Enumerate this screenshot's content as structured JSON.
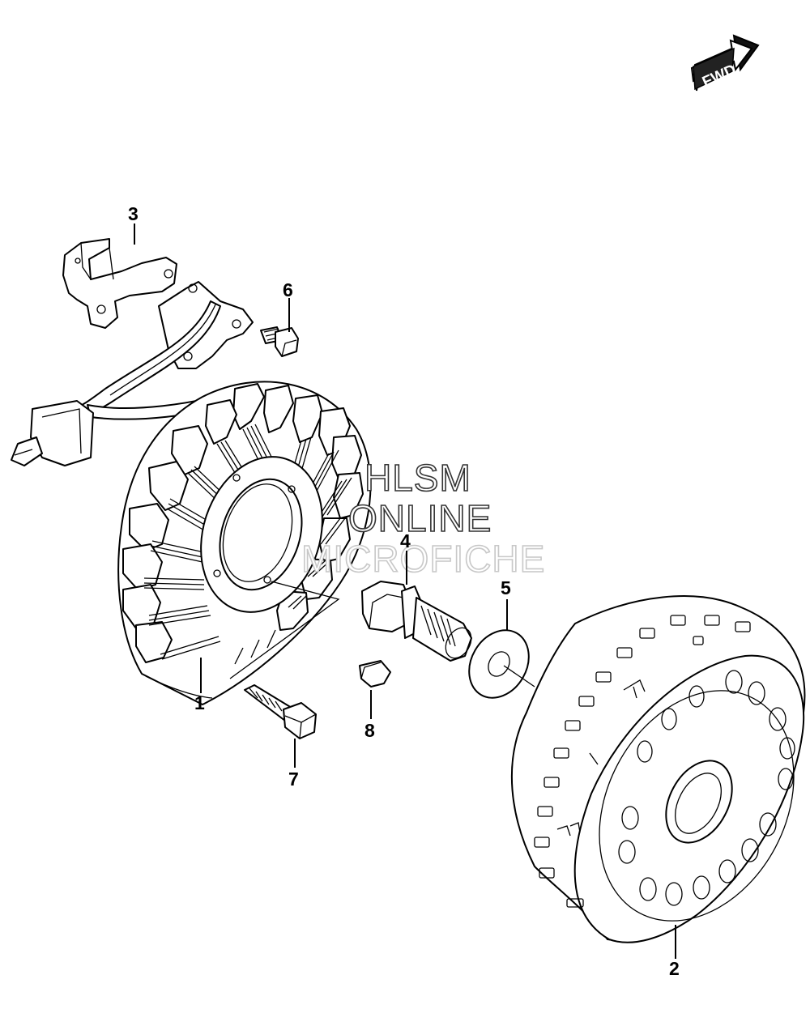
{
  "fwd_badge": {
    "text": "FWD"
  },
  "watermark": {
    "lines": [
      "HLSM",
      "ONLINE",
      "MICROFICHE"
    ]
  },
  "callouts": [
    {
      "id": "1",
      "label": "1"
    },
    {
      "id": "2",
      "label": "2"
    },
    {
      "id": "3",
      "label": "3"
    },
    {
      "id": "4",
      "label": "4"
    },
    {
      "id": "5",
      "label": "5"
    },
    {
      "id": "6",
      "label": "6"
    },
    {
      "id": "7",
      "label": "7"
    },
    {
      "id": "8",
      "label": "8"
    }
  ]
}
